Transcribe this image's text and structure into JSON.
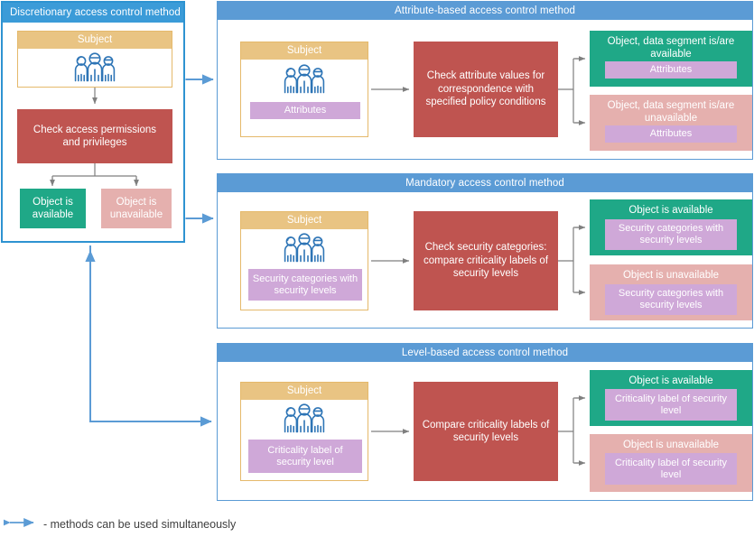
{
  "diagram": {
    "title_semantics": "access control methods comparison",
    "colors": {
      "panel_border": "#5B9BD5",
      "panel_header": "#5B9BD5",
      "panel1_header": "#3B9BD8",
      "subject_header": "#E9C483",
      "subject_border": "#E5B96B",
      "process_red": "#BF5450",
      "outcome_available": "#1FA887",
      "outcome_unavailable": "#E5B0AE",
      "chip_purple": "#CFA8D8",
      "connector_gray": "#808080",
      "connector_blue": "#5B9BD5"
    }
  },
  "panels": {
    "discretionary": {
      "header": "Discretionary access control method",
      "subject": {
        "title": "Subject",
        "icon": "people-group-icon"
      },
      "process": "Check access permissions and privileges",
      "results": [
        {
          "label": "Object is available",
          "state": "available"
        },
        {
          "label": "Object is unavailable",
          "state": "unavailable"
        }
      ]
    },
    "attribute_based": {
      "header": "Attribute-based access control method",
      "subject": {
        "title": "Subject",
        "icon": "people-group-icon",
        "chip": "Attributes"
      },
      "process": "Check attribute values for correspondence with specified policy conditions",
      "results": [
        {
          "label": "Object, data segment is/are available",
          "chip": "Attributes",
          "state": "available"
        },
        {
          "label": "Object, data segment is/are unavailable",
          "chip": "Attributes",
          "state": "unavailable"
        }
      ]
    },
    "mandatory": {
      "header": "Mandatory access control method",
      "subject": {
        "title": "Subject",
        "icon": "people-group-icon",
        "chip": "Security categories with security levels"
      },
      "process": "Check security categories: compare criticality labels of security levels",
      "results": [
        {
          "label": "Object is available",
          "chip": "Security categories with security levels",
          "state": "available"
        },
        {
          "label": "Object is unavailable",
          "chip": "Security categories with security levels",
          "state": "unavailable"
        }
      ]
    },
    "level_based": {
      "header": "Level-based access control method",
      "subject": {
        "title": "Subject",
        "icon": "people-group-icon",
        "chip": "Criticality label of security level"
      },
      "process": "Compare criticality labels of security levels",
      "results": [
        {
          "label": "Object is available",
          "chip": "Criticality label of security level",
          "state": "available"
        },
        {
          "label": "Object is unavailable",
          "chip": "Criticality label of security level",
          "state": "unavailable"
        }
      ]
    }
  },
  "legend": {
    "icon": "double-headed-arrow-icon",
    "text": "- methods can be used simultaneously"
  }
}
